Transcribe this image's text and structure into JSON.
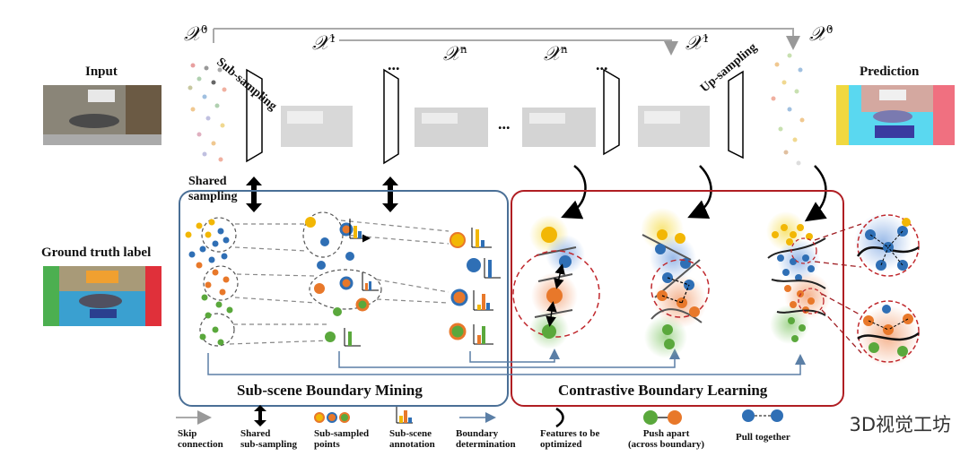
{
  "labels": {
    "input": "Input",
    "prediction": "Prediction",
    "ground_truth": "Ground truth label",
    "shared_sampling": "Shared\nsampling",
    "sub_sampling": "Sub-sampling",
    "up_sampling": "Up-sampling",
    "ellipsis": "...",
    "mining_title": "Sub-scene Boundary Mining",
    "learning_title": "Contrastive Boundary Learning"
  },
  "symbols": {
    "x0_left": "𝒳",
    "x0_left_sup": "0",
    "x1_left": "𝒳",
    "x1_left_sup": "1",
    "xn_left": "𝒳",
    "xn_left_sup": "n",
    "xn_right": "𝒳",
    "xn_right_sup": "n",
    "x1_right": "𝒳",
    "x1_right_sup": "1",
    "x0_right": "𝒳",
    "x0_right_sup": "0"
  },
  "legend": [
    {
      "icon": "skip-connection-icon",
      "text": "Skip\nconnection"
    },
    {
      "icon": "shared-subsampling-icon",
      "text": "Shared\nsub-sampling"
    },
    {
      "icon": "subsampled-points-icon",
      "text": "Sub-sampled\npoints"
    },
    {
      "icon": "subscene-annotation-icon",
      "text": "Sub-scene\nannotation"
    },
    {
      "icon": "boundary-determination-icon",
      "text": "Boundary\ndetermination"
    },
    {
      "icon": "features-optimized-icon",
      "text": "Features to be\noptimized"
    },
    {
      "icon": "push-apart-icon",
      "text": "Push apart\n(across boundary)"
    },
    {
      "icon": "pull-together-icon",
      "text": "Pull together"
    }
  ],
  "watermark": "3D视觉工坊",
  "colors": {
    "yellow": "#f2b705",
    "blue": "#2f6fb5",
    "orange": "#e8782a",
    "green": "#5aa83c",
    "mining_box": "#4a6f96",
    "learning_box": "#b01e23",
    "dashed_red": "#c0282d"
  }
}
